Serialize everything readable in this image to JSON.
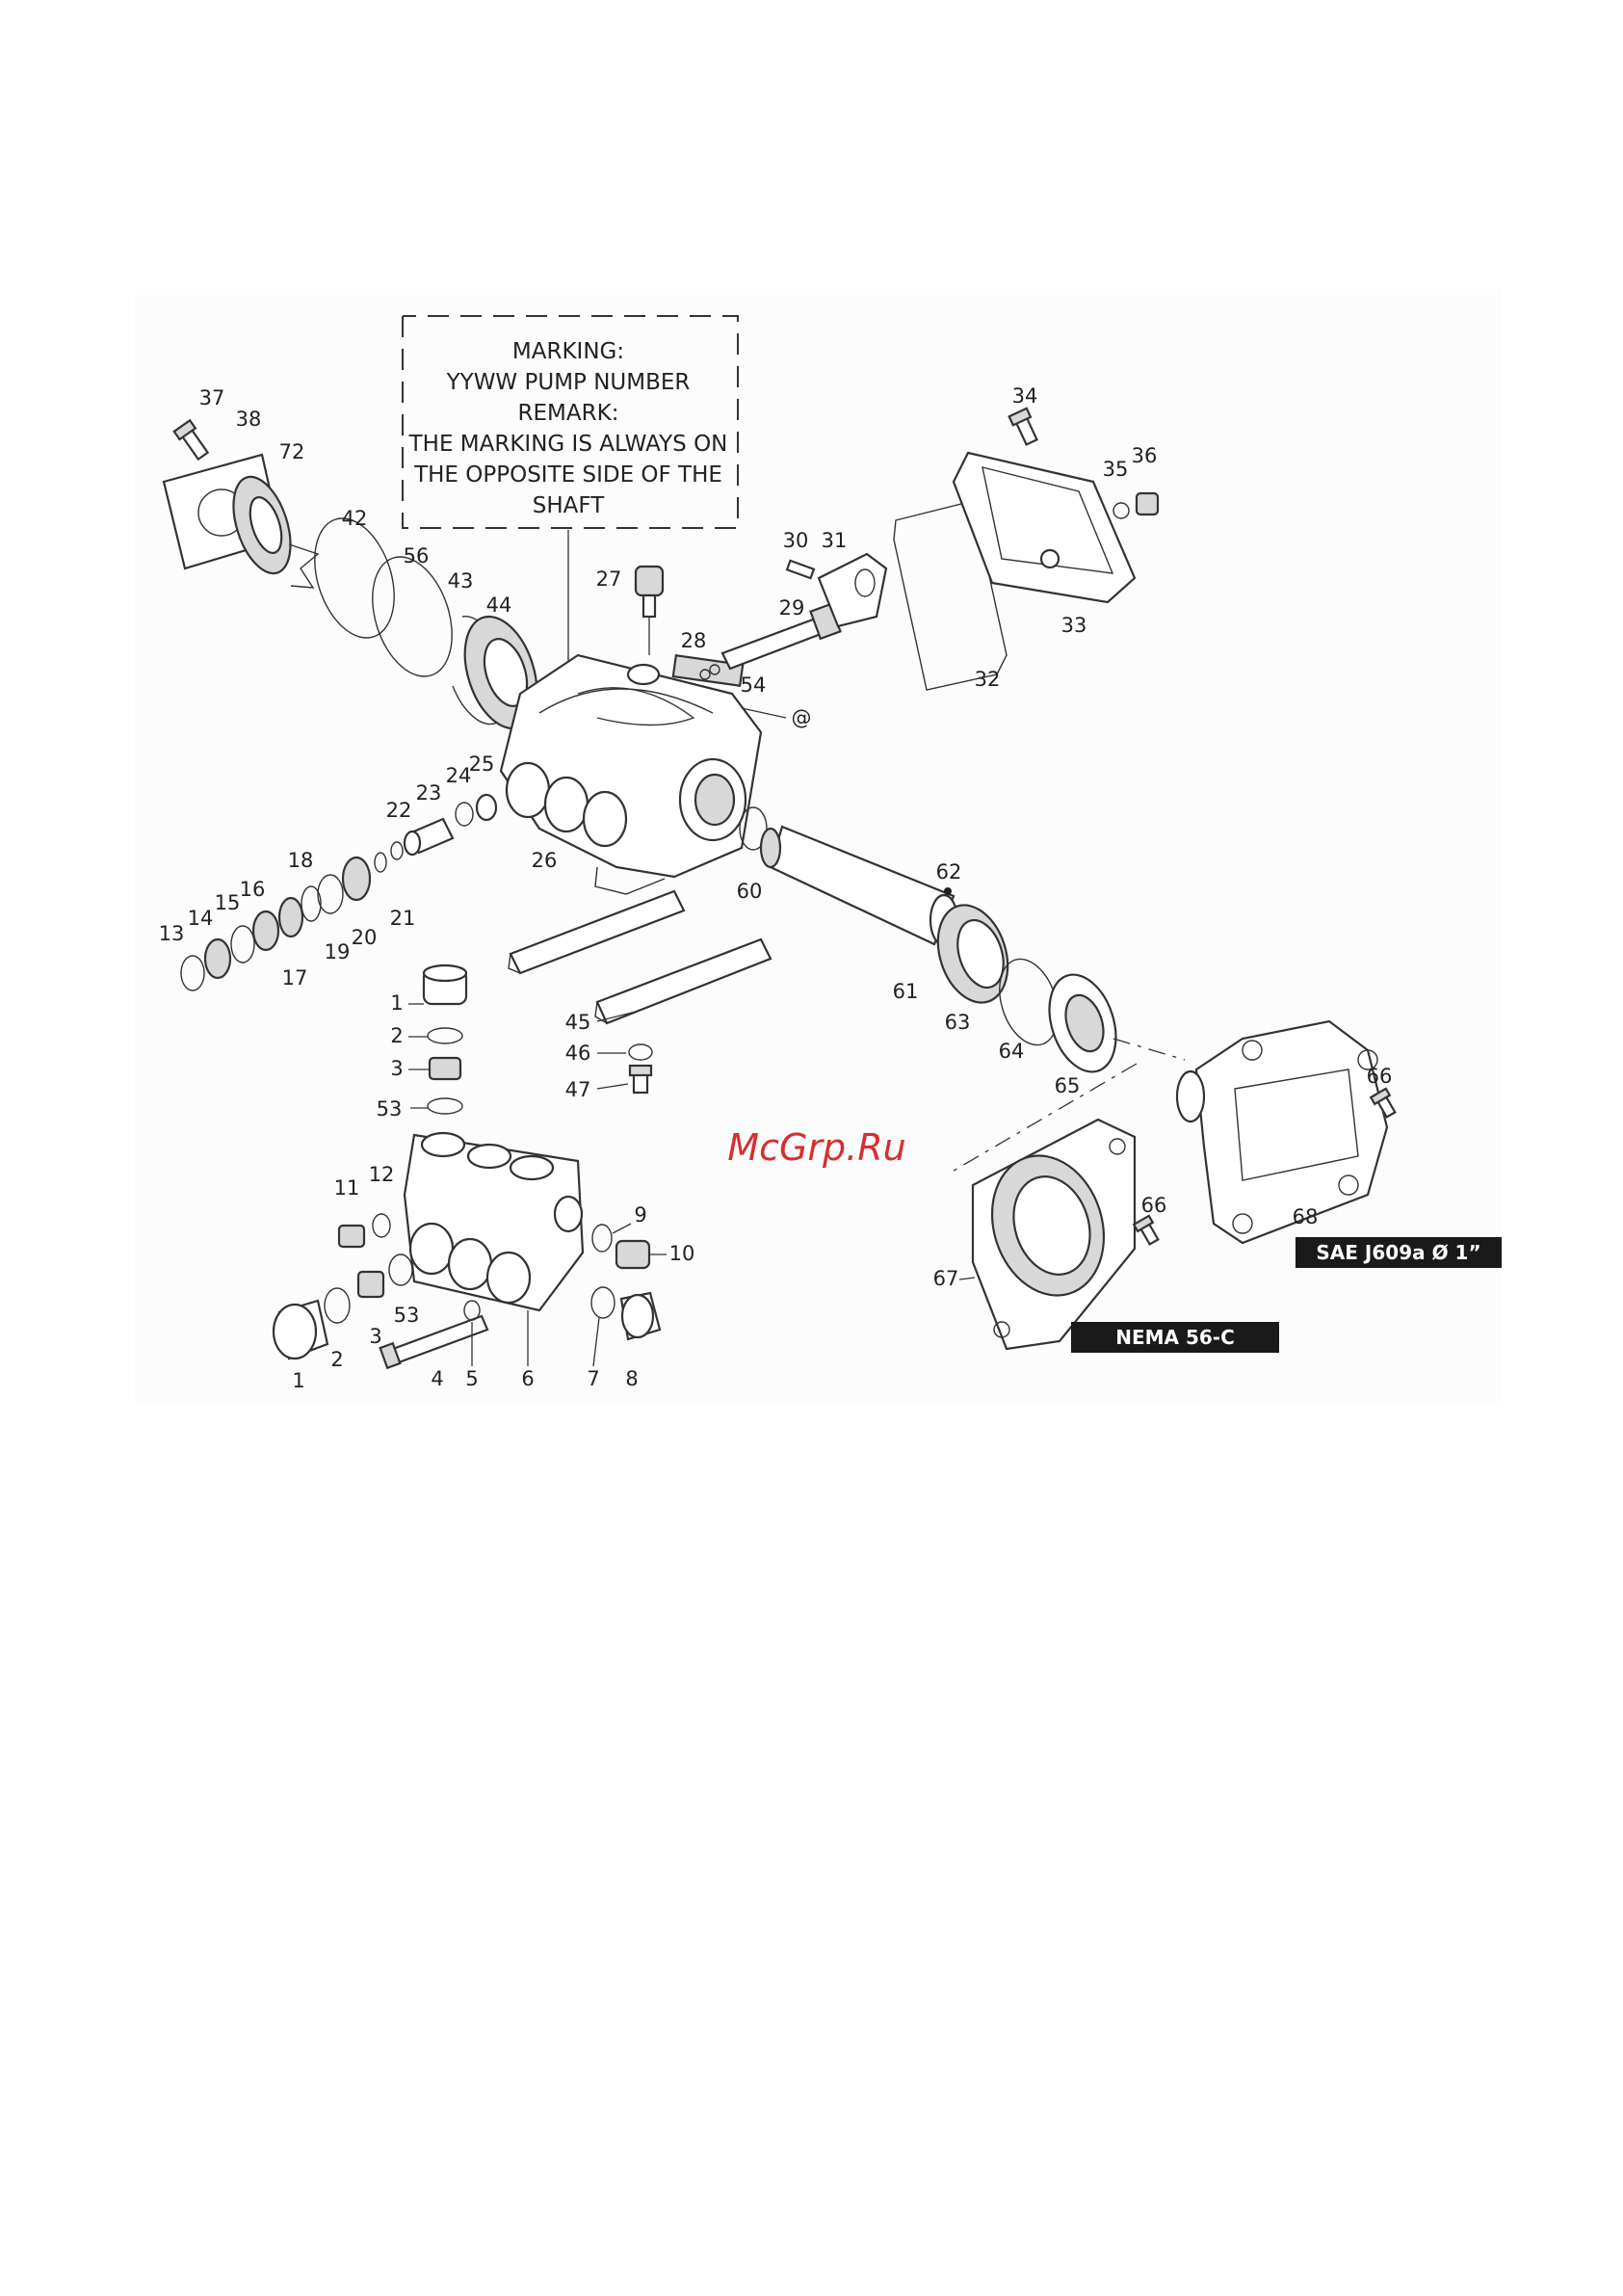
{
  "marking_note": {
    "lines": [
      "MARKING:",
      "YYWW PUMP NUMBER",
      "REMARK:",
      "THE MARKING IS ALWAYS ON",
      "THE OPPOSITE SIDE OF THE",
      "SHAFT"
    ]
  },
  "badges": {
    "sae": "SAE J609a Ø 1”",
    "nema": "NEMA 56-C"
  },
  "watermark": "McGrp.Ru",
  "callouts": {
    "c37": "37",
    "c38": "38",
    "c72": "72",
    "c42": "42",
    "c56": "56",
    "c43": "43",
    "c44": "44",
    "c27": "27",
    "c28": "28",
    "c54": "54",
    "c29": "29",
    "c30": "30",
    "c31": "31",
    "c32": "32",
    "c33": "33",
    "c34": "34",
    "c35": "35",
    "c36": "36",
    "cat": "@",
    "c25": "25",
    "c24": "24",
    "c23": "23",
    "c22": "22",
    "c21": "21",
    "c26": "26",
    "c18": "18",
    "c15": "15",
    "c16": "16",
    "c14": "14",
    "c13": "13",
    "c17": "17",
    "c19": "19",
    "c20": "20",
    "c60": "60",
    "c62": "62",
    "c61": "61",
    "c63": "63",
    "c64": "64",
    "c65": "65",
    "c45": "45",
    "c46": "46",
    "c47": "47",
    "c1a": "1",
    "c2a": "2",
    "c3a": "3",
    "c53a": "53",
    "c11": "11",
    "c12": "12",
    "c9": "9",
    "c10": "10",
    "c53b": "53",
    "c3b": "3",
    "c1b": "1",
    "c2b": "2",
    "c4": "4",
    "c5": "5",
    "c6": "6",
    "c7": "7",
    "c8": "8",
    "c66a": "66",
    "c66b": "66",
    "c67": "67",
    "c68": "68"
  }
}
